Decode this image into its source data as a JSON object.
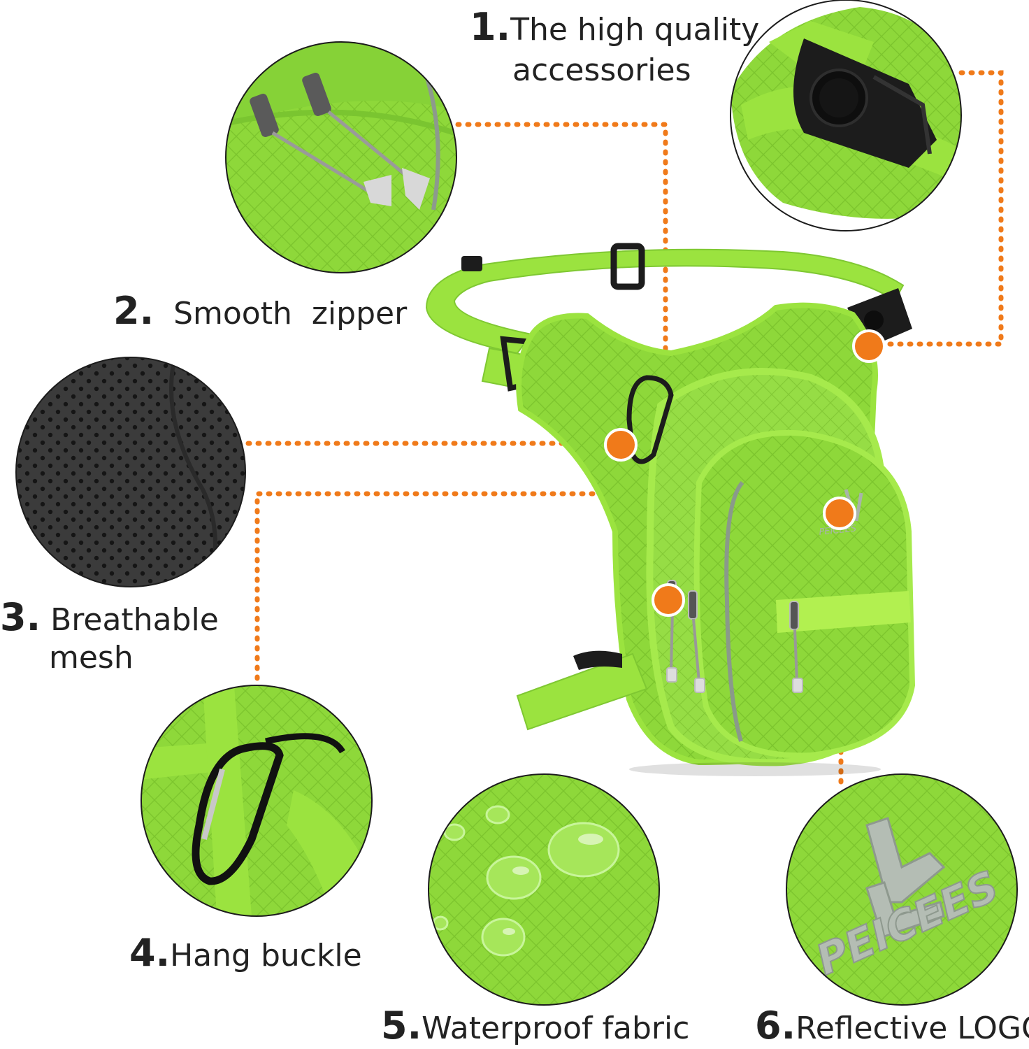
{
  "features": [
    {
      "number": "1.",
      "text": "The high quality",
      "text2": "accessories"
    },
    {
      "number": "2.",
      "text": "Smooth  zipper"
    },
    {
      "number": "3.",
      "text": "Breathable",
      "text2": "mesh"
    },
    {
      "number": "4.",
      "text": "Hang buckle"
    },
    {
      "number": "5.",
      "text": "Waterproof fabric"
    },
    {
      "number": "6.",
      "text": "Reflective LOGO"
    }
  ],
  "brand": {
    "logo_text": "PEICEES"
  },
  "colors": {
    "accent_orange": "#f07a1a",
    "bag_green": "#8ed83a",
    "bag_dark_green": "#6fbf2a",
    "strap_green": "#9be33f",
    "buckle_black": "#1c1c1c",
    "mesh_gray": "#3a3a3a"
  }
}
